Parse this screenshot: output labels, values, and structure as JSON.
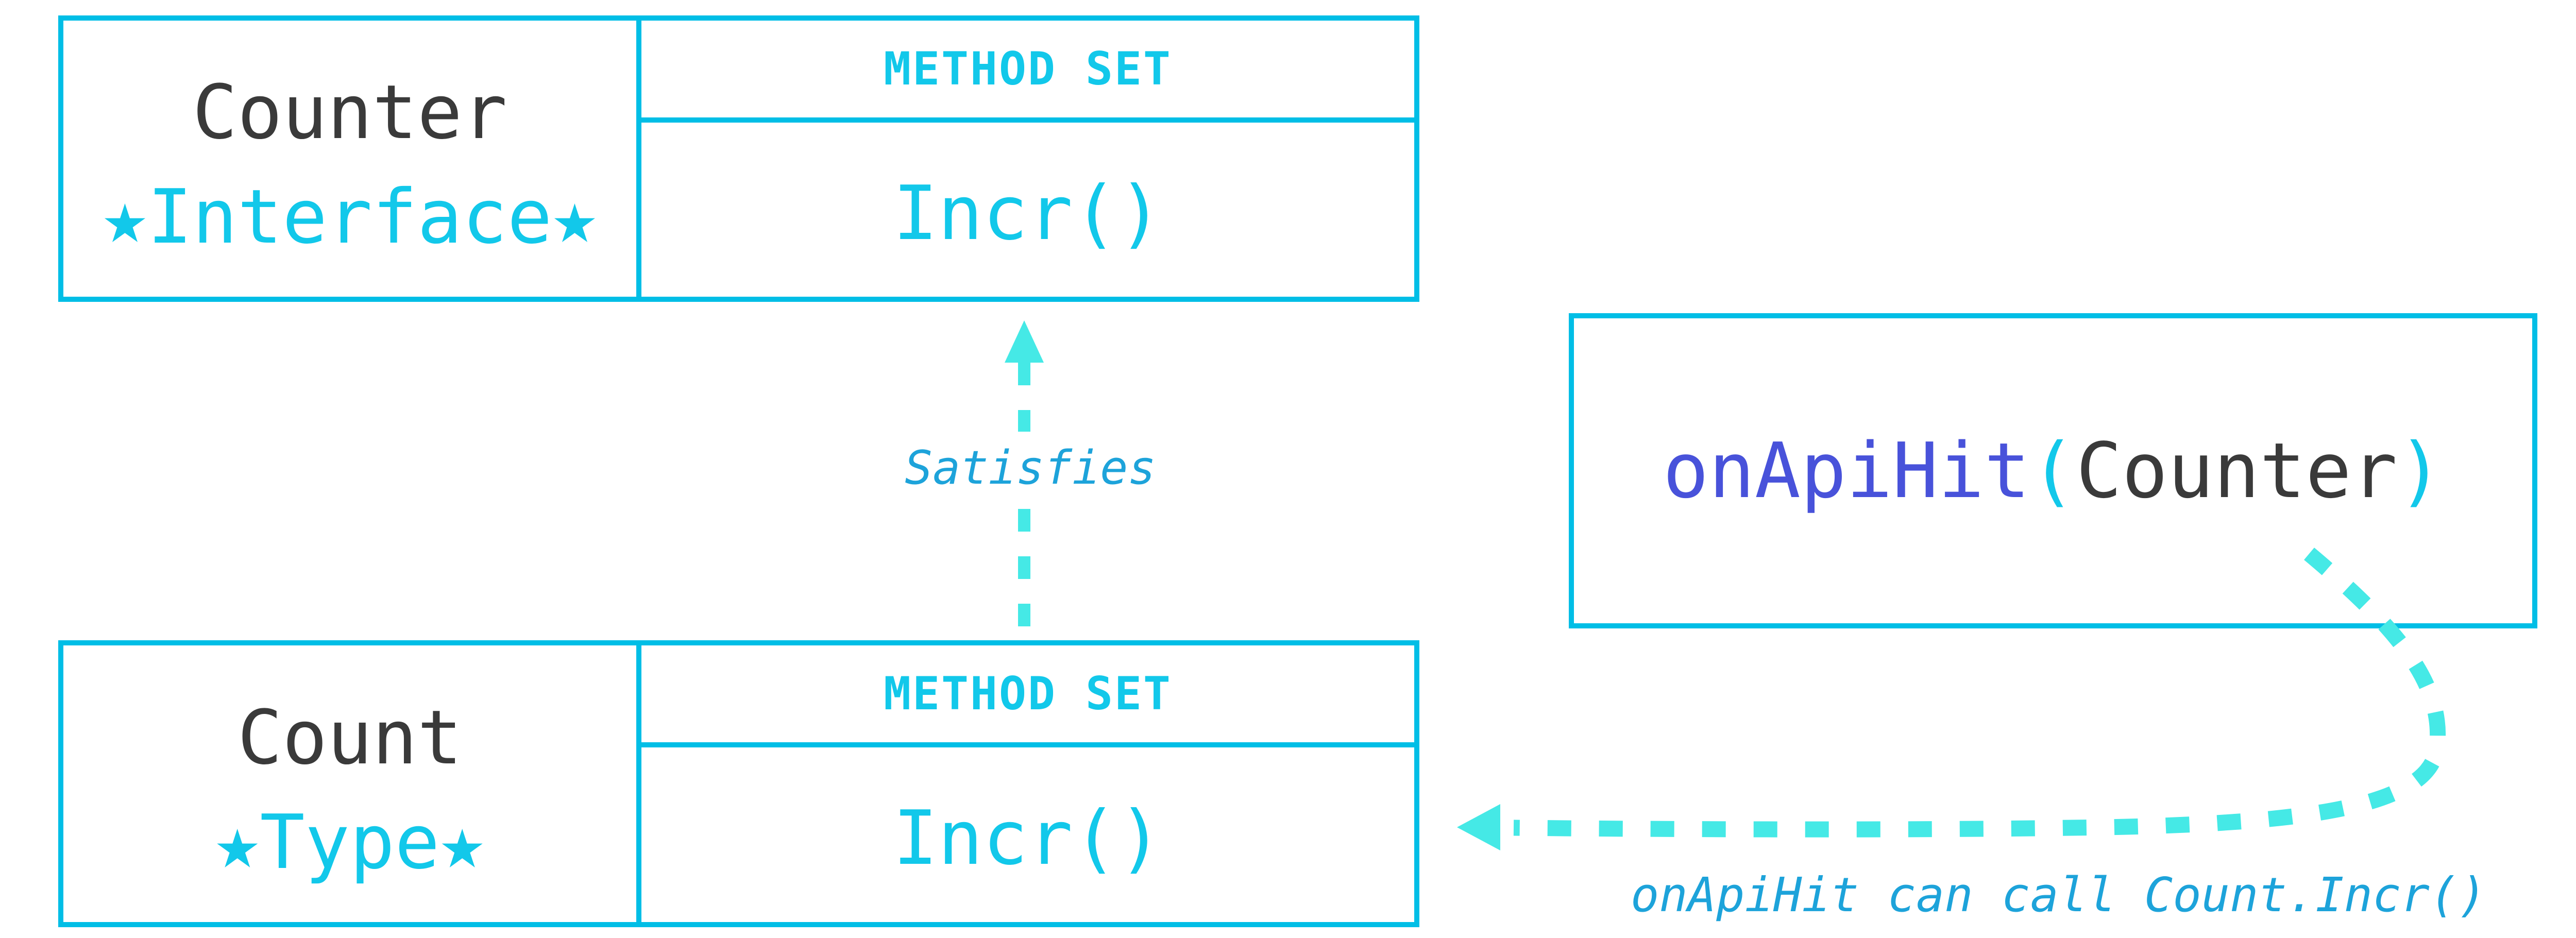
{
  "colors": {
    "background": "#ffffff",
    "box_border_cyan": "#00bee6",
    "cyan_text": "#12c8ea",
    "dash_mint": "#45e9e6",
    "label_blue": "#1da3da",
    "function_indigo": "#4852da",
    "dark_text": "#3a3a3a"
  },
  "interface_card": {
    "name": "Counter",
    "stereotype": "★Interface★",
    "method_set_header": "METHOD SET",
    "methods": [
      "Incr()"
    ]
  },
  "type_card": {
    "name": "Count",
    "stereotype": "★Type★",
    "method_set_header": "METHOD SET",
    "methods": [
      "Incr()"
    ]
  },
  "satisfies_arrow": {
    "label": "Satisfies"
  },
  "call_box": {
    "function_name": "onApiHit",
    "open_paren": "(",
    "argument": "Counter",
    "close_paren": ")"
  },
  "call_arrow": {
    "caption": "onApiHit can call Count.Incr()"
  }
}
